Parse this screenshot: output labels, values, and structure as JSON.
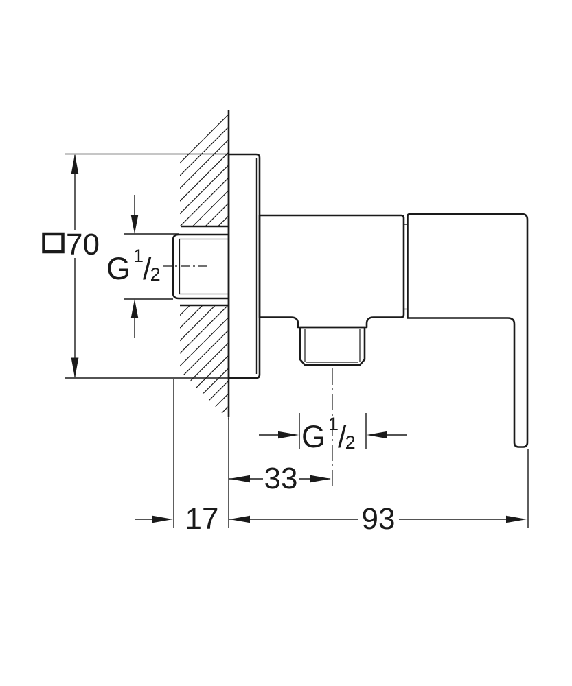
{
  "page": {
    "background_color": "#ffffff",
    "line_color": "#1a1a1a"
  },
  "dimensions": {
    "plate_size": {
      "symbol_icon": "square-outline",
      "value": "70"
    },
    "inlet_thread": {
      "letter": "G",
      "numerator": "1",
      "slash": "/",
      "denominator": "2"
    },
    "outlet_thread": {
      "letter": "G",
      "numerator": "1",
      "slash": "/",
      "denominator": "2"
    },
    "outlet_offset_from_wall": {
      "value": "33"
    },
    "inlet_wall_projection": {
      "value": "17"
    },
    "body_projection": {
      "value": "93"
    }
  }
}
